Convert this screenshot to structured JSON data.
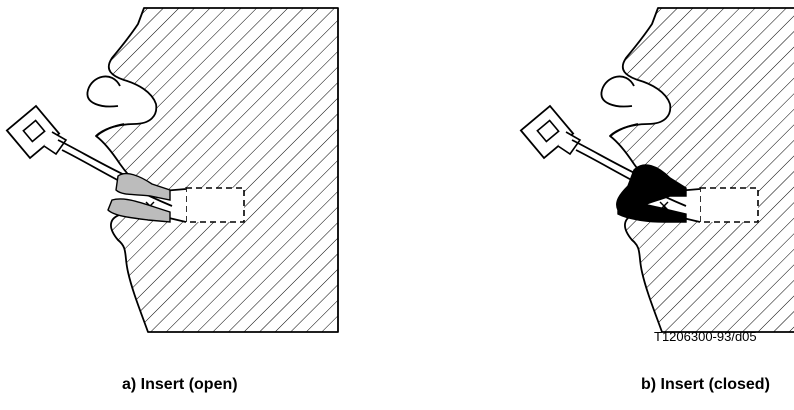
{
  "figure": {
    "panels": [
      {
        "caption": "a) Insert (open)",
        "insert_fill": "#bcbcbc"
      },
      {
        "caption": "b) Insert (closed)",
        "insert_fill": "#000000"
      }
    ],
    "reference_code": "T1206300-93/d05",
    "colors": {
      "line": "#000000",
      "background": "#ffffff",
      "hatch": "#000000"
    }
  }
}
